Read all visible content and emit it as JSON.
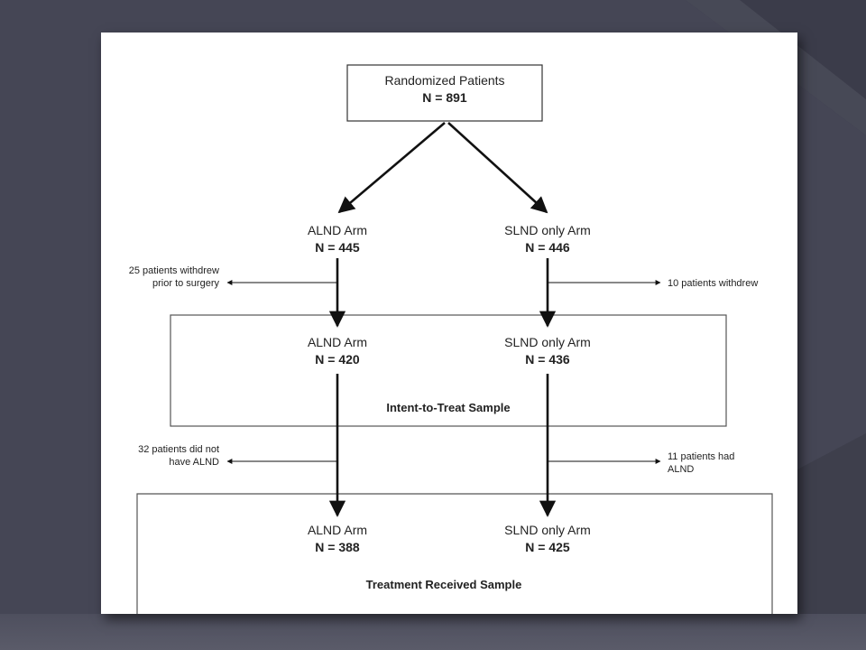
{
  "colors": {
    "background": "#454655",
    "background_accent": "#3b3c4a",
    "card": "#ffffff",
    "line": "#111111"
  },
  "diagram": {
    "top_box": {
      "title": "Randomized Patients",
      "count": "N = 891"
    },
    "arms_initial": {
      "left": {
        "title": "ALND Arm",
        "count": "N = 445"
      },
      "right": {
        "title": "SLND only Arm",
        "count": "N = 446"
      }
    },
    "withdrawals": {
      "left": {
        "line1": "25 patients withdrew",
        "line2": "prior to surgery"
      },
      "right": {
        "line1": "10 patients withdrew"
      }
    },
    "intent_to_treat": {
      "label": "Intent-to-Treat Sample",
      "left": {
        "title": "ALND Arm",
        "count": "N = 420"
      },
      "right": {
        "title": "SLND only Arm",
        "count": "N = 436"
      }
    },
    "crossovers": {
      "left": {
        "line1": "32 patients did not",
        "line2": "have ALND"
      },
      "right": {
        "line1": "11 patients had",
        "line2": "ALND"
      }
    },
    "treatment_received": {
      "label": "Treatment Received Sample",
      "left": {
        "title": "ALND Arm",
        "count": "N = 388"
      },
      "right": {
        "title": "SLND only Arm",
        "count": "N = 425"
      }
    }
  }
}
